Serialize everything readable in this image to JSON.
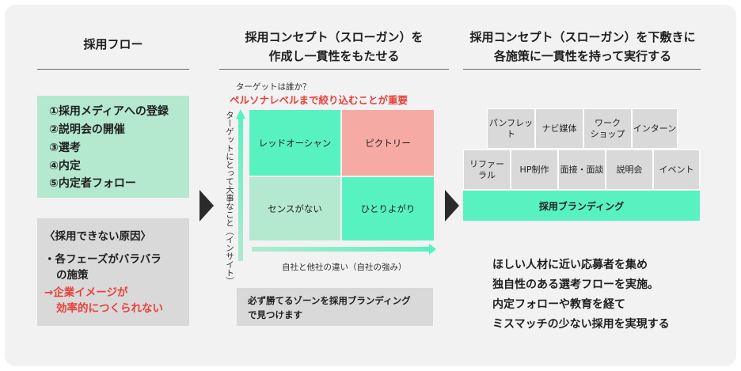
{
  "columns": {
    "flow": {
      "title": "採用フロー",
      "steps": [
        "①採用メディアへの登録",
        "②説明会の開催",
        "③選考",
        "④内定",
        "⑤内定者フォロー"
      ],
      "problem": {
        "heading": "〈採用できない原因〉",
        "bullet_line1": "・各フェーズがバラバラ",
        "bullet_line2": "の施策",
        "result_line1": "→企業イメージが",
        "result_line2": "効率的につくられない"
      }
    },
    "concept": {
      "title_line1": "採用コンセプト（スローガン）を",
      "title_line2": "作成し一貫性をもたせる",
      "target_question": "ターゲットは誰か？",
      "target_emphasis": "ペルソナレベルまで絞り込むことが重要",
      "y_axis_label": "ターゲットにとって大事なこと（インサイト）",
      "x_axis_label": "自社と他社の違い（自社の強み）",
      "quadrants": {
        "top_left": "レッドオーシャン",
        "top_right": "ピクトリー",
        "bottom_left": "センスがない",
        "bottom_right": "ひとりよがり"
      },
      "callout_line1": "必ず勝てるゾーンを採用ブランディング",
      "callout_line2": "で見つけます"
    },
    "execution": {
      "title_line1": "採用コンセプト（スローガン）を下敷きに",
      "title_line2": "各施策に一貫性を持って実行する",
      "top_row": [
        "パンフレット",
        "ナビ媒体",
        "ワーク\nショップ",
        "インターン"
      ],
      "middle_row": [
        "リファー\nラル",
        "HP制作",
        "面接・面談",
        "説明会",
        "イベント"
      ],
      "base": "採用ブランディング",
      "summary": [
        "ほしい人材に近い応募者を集め",
        "独自性のある選考フローを実施。",
        "内定フォローや教育を経て",
        "ミスマッチの少ない採用を実現する"
      ]
    }
  },
  "colors": {
    "panel_bg": "#f2f2f2",
    "light_green": "#b4e8cf",
    "mint": "#58f2c1",
    "pink": "#f5aaa3",
    "gray": "#d9d9d9",
    "red_text": "#e8403a",
    "dark": "#2b2b2b"
  }
}
